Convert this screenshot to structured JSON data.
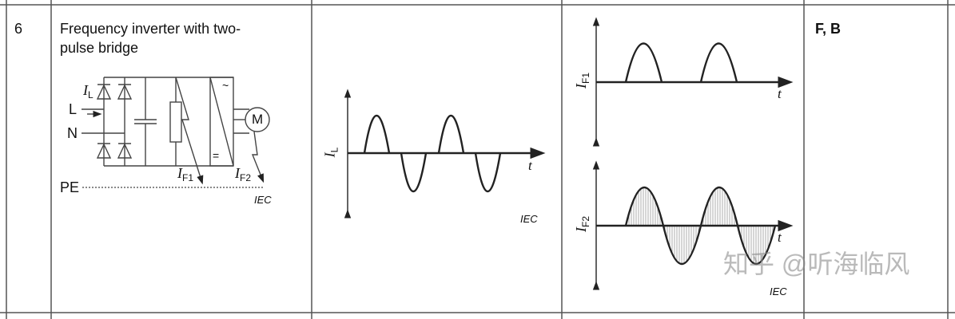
{
  "row": {
    "number": "6",
    "description_line1": "Frequency inverter with two-",
    "description_line2": "pulse bridge",
    "result": "F, B"
  },
  "circuit": {
    "label_L": "L",
    "label_N": "N",
    "label_PE": "PE",
    "label_M": "M",
    "current_IL": "I",
    "current_IL_sub": "L",
    "current_IF1": "I",
    "current_IF1_sub": "F1",
    "current_IF2": "I",
    "current_IF2_sub": "F2",
    "ac_symbol": "~",
    "dc_symbol": "=",
    "source": "IEC"
  },
  "graph_IL": {
    "ylabel": "I",
    "ylabel_sub": "L",
    "xlabel": "t",
    "source": "IEC"
  },
  "graph_IF1": {
    "ylabel": "I",
    "ylabel_sub": "F1",
    "xlabel": "t"
  },
  "graph_IF2": {
    "ylabel": "I",
    "ylabel_sub": "F2",
    "xlabel": "t",
    "source": "IEC"
  },
  "watermark": "知乎 @听海临风"
}
